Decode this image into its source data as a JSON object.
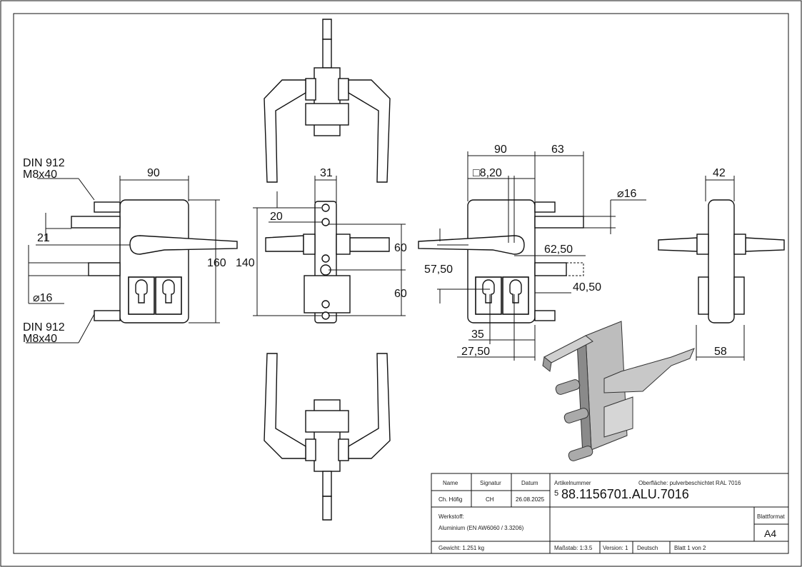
{
  "dimensions": {
    "front_left": {
      "din_top": "DIN 912",
      "screw_top": "M8x40",
      "width": "90",
      "offset_21": "21",
      "height": "160",
      "diameter": "⌀16",
      "din_bottom": "DIN 912",
      "screw_bottom": "M8x40"
    },
    "center": {
      "width": "31",
      "d20": "20",
      "height": "140",
      "upper": "60",
      "lower": "60"
    },
    "rear": {
      "width": "90",
      "offset": "63",
      "square": "□8,20",
      "diameter": "⌀16",
      "d6250": "62,50",
      "d5750": "57,50",
      "d4050": "40,50",
      "d35": "35",
      "d2750": "27,50"
    },
    "side": {
      "width": "42",
      "depth": "58"
    }
  },
  "title_block": {
    "name_label": "Name",
    "signatur_label": "Signatur",
    "datum_label": "Datum",
    "name": "Ch. Höfig",
    "signatur": "CH",
    "datum": "26.08.2025",
    "artikel_label": "Artikelnummer",
    "oberflaeche": "Oberfläche:  pulverbeschichtet RAL 7016",
    "artikel_prefix": "5",
    "artikel_nr": "88.1156701.ALU.7016",
    "werkstoff_label": "Werkstoff:",
    "werkstoff": "Aluminium (EN AW6060 / 3.3206)",
    "blattformat_label": "Blattformat",
    "blattformat": "A4",
    "gewicht": "Gewicht: 1.251 kg",
    "massstab": "Maßstab: 1:3.5",
    "version": "Version: 1",
    "sprache": "Deutsch",
    "blatt": "Blatt 1 von 2"
  }
}
